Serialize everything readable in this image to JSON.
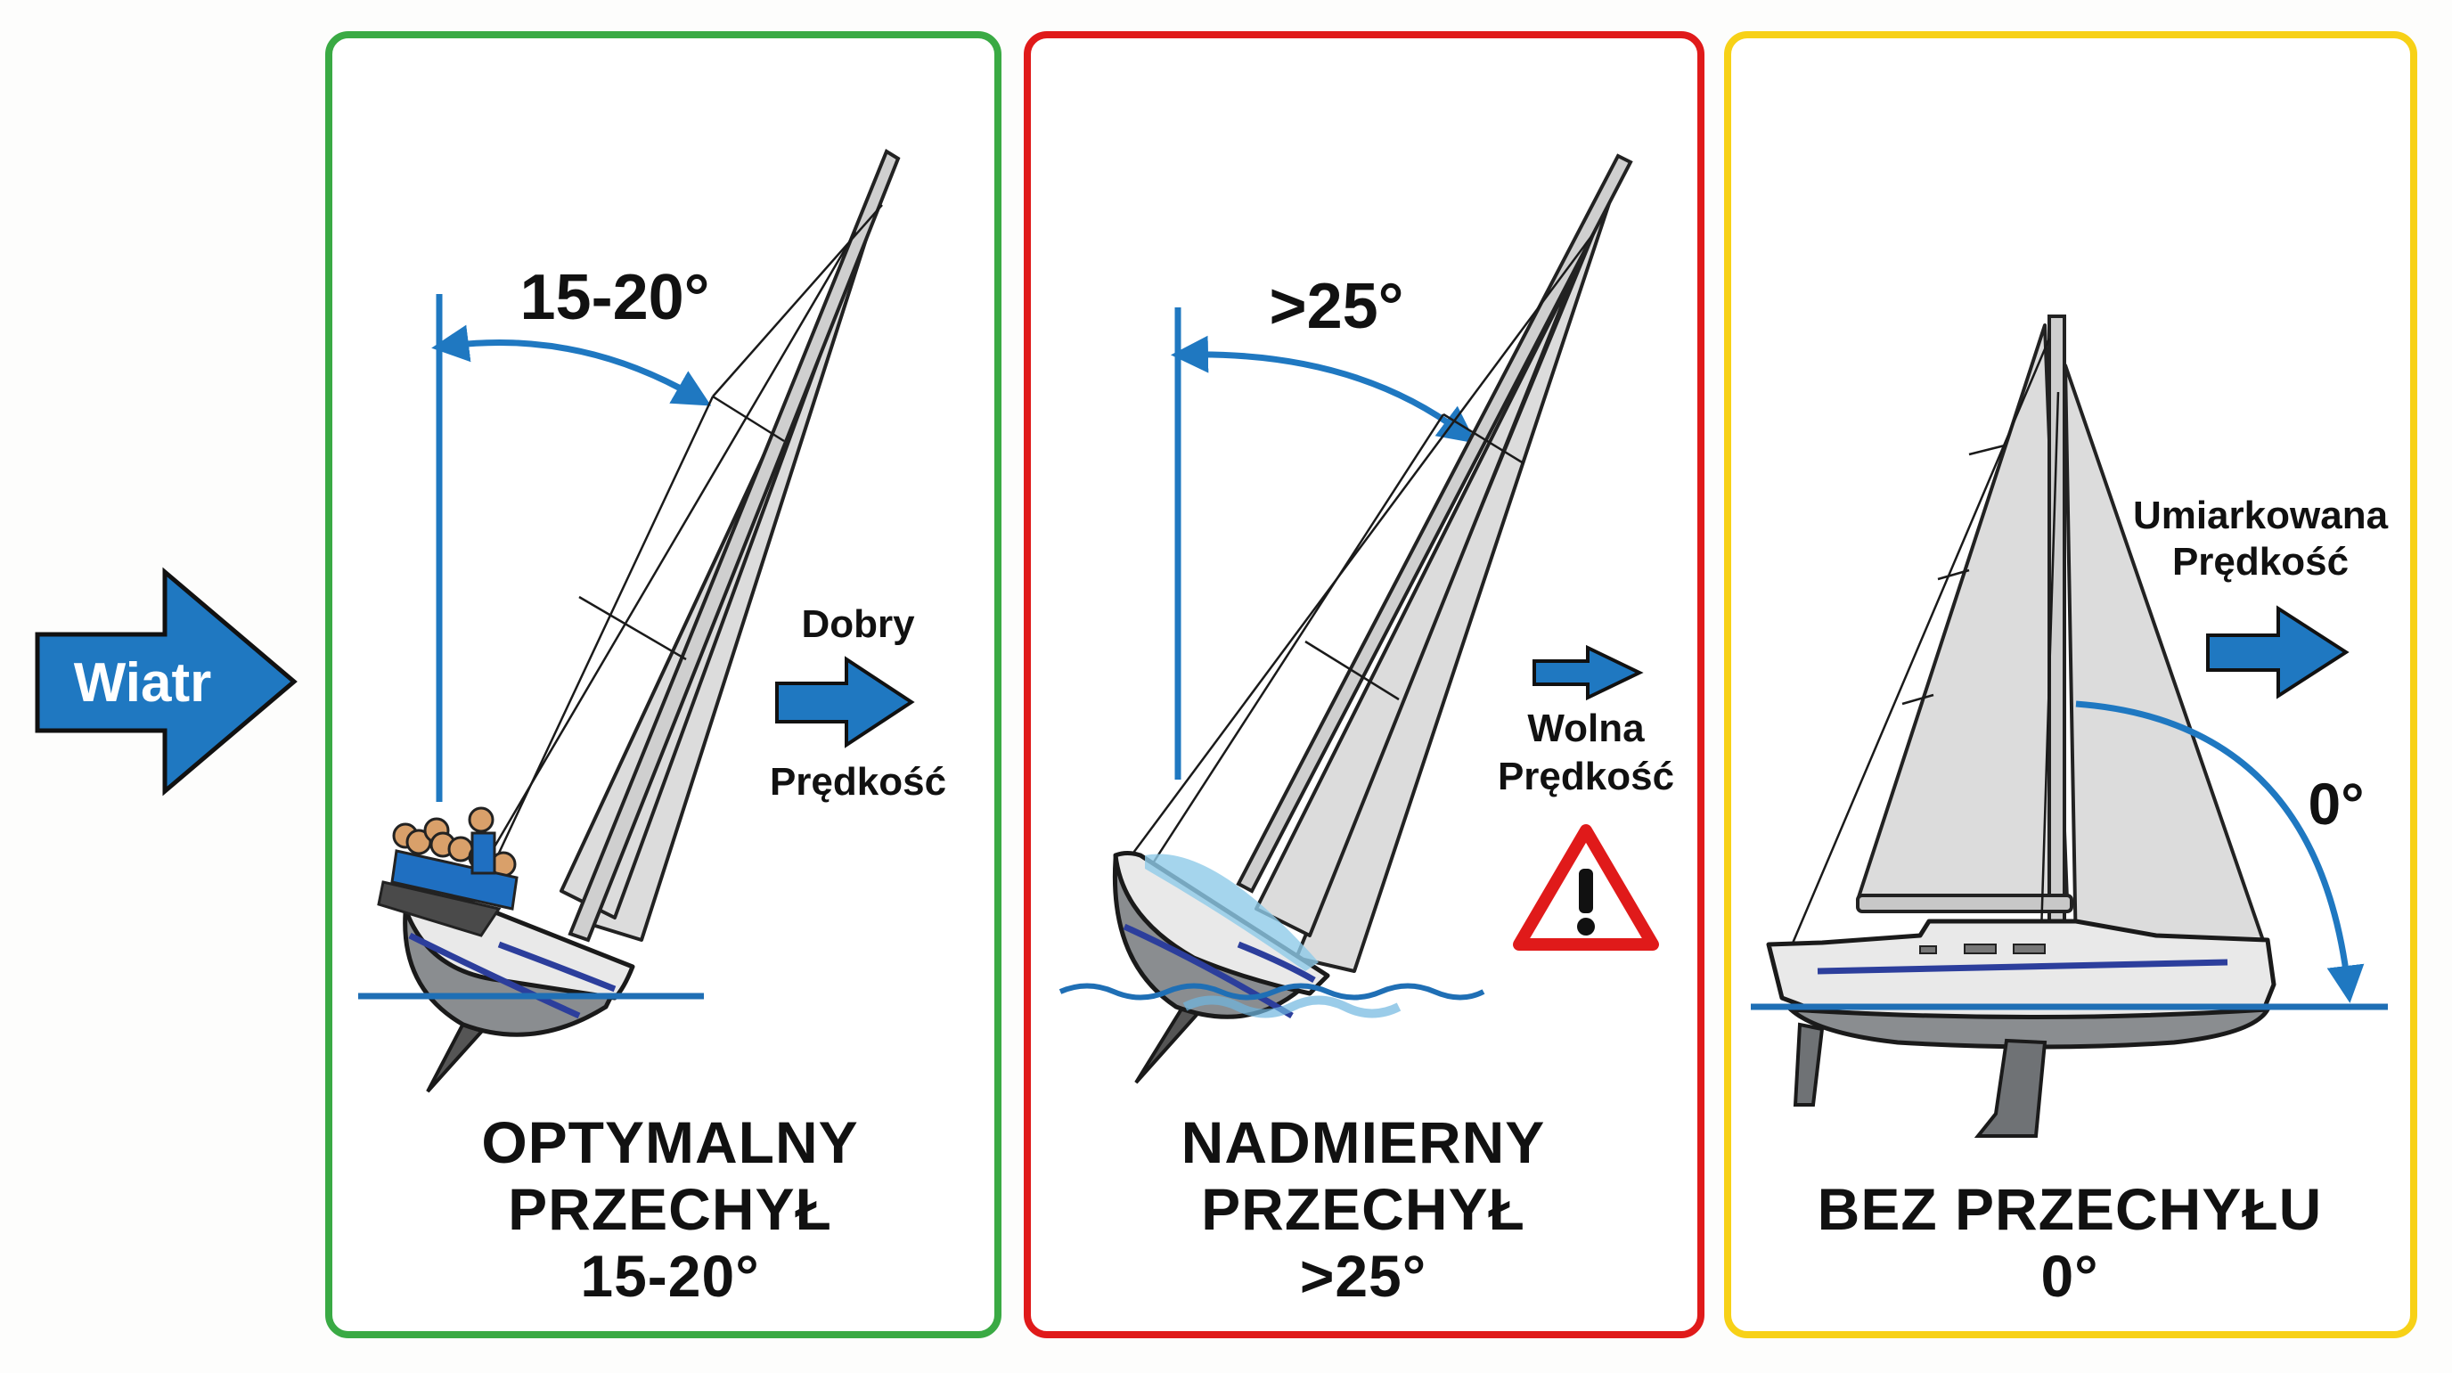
{
  "colors": {
    "accent_blue": "#1f78c1",
    "optimal_frame": "#3aaa44",
    "excessive_frame": "#e01a1a",
    "no_heel_frame": "#f7d117",
    "text": "#111111",
    "background": "#fdfdfc"
  },
  "wind": {
    "label": "Wiatr",
    "icon": "wind-arrow-icon"
  },
  "panels": [
    {
      "id": "optimal",
      "frame_color": "#3aaa44",
      "angle_label": "15-20°",
      "speed_line1": "Dobry",
      "speed_line2": "Prędkość",
      "speed_icon": "speed-arrow-icon",
      "title_line1": "OPTYMALNY",
      "title_line2": "PRZECHYŁ",
      "title_line3": "15-20°",
      "illustration": "heeled-sailboat-with-crew-hiking"
    },
    {
      "id": "excessive",
      "frame_color": "#e01a1a",
      "angle_label": ">25°",
      "speed_line1": "Wolna",
      "speed_line2": "Prędkość",
      "speed_icon": "small-speed-arrow-icon",
      "warning_icon": "warning-triangle-icon",
      "title_line1": "NADMIERNY",
      "title_line2": "PRZECHYŁ",
      "title_line3": ">25°",
      "illustration": "over-heeled-sailboat-taking-water"
    },
    {
      "id": "no_heel",
      "frame_color": "#f7d117",
      "angle_label": "0°",
      "speed_line1": "Umiarkowana",
      "speed_line2": "Prędkość",
      "speed_icon": "speed-arrow-icon",
      "title_line1": "BEZ PRZECHYŁU",
      "title_line2": "0°",
      "illustration": "upright-sailboat"
    }
  ]
}
